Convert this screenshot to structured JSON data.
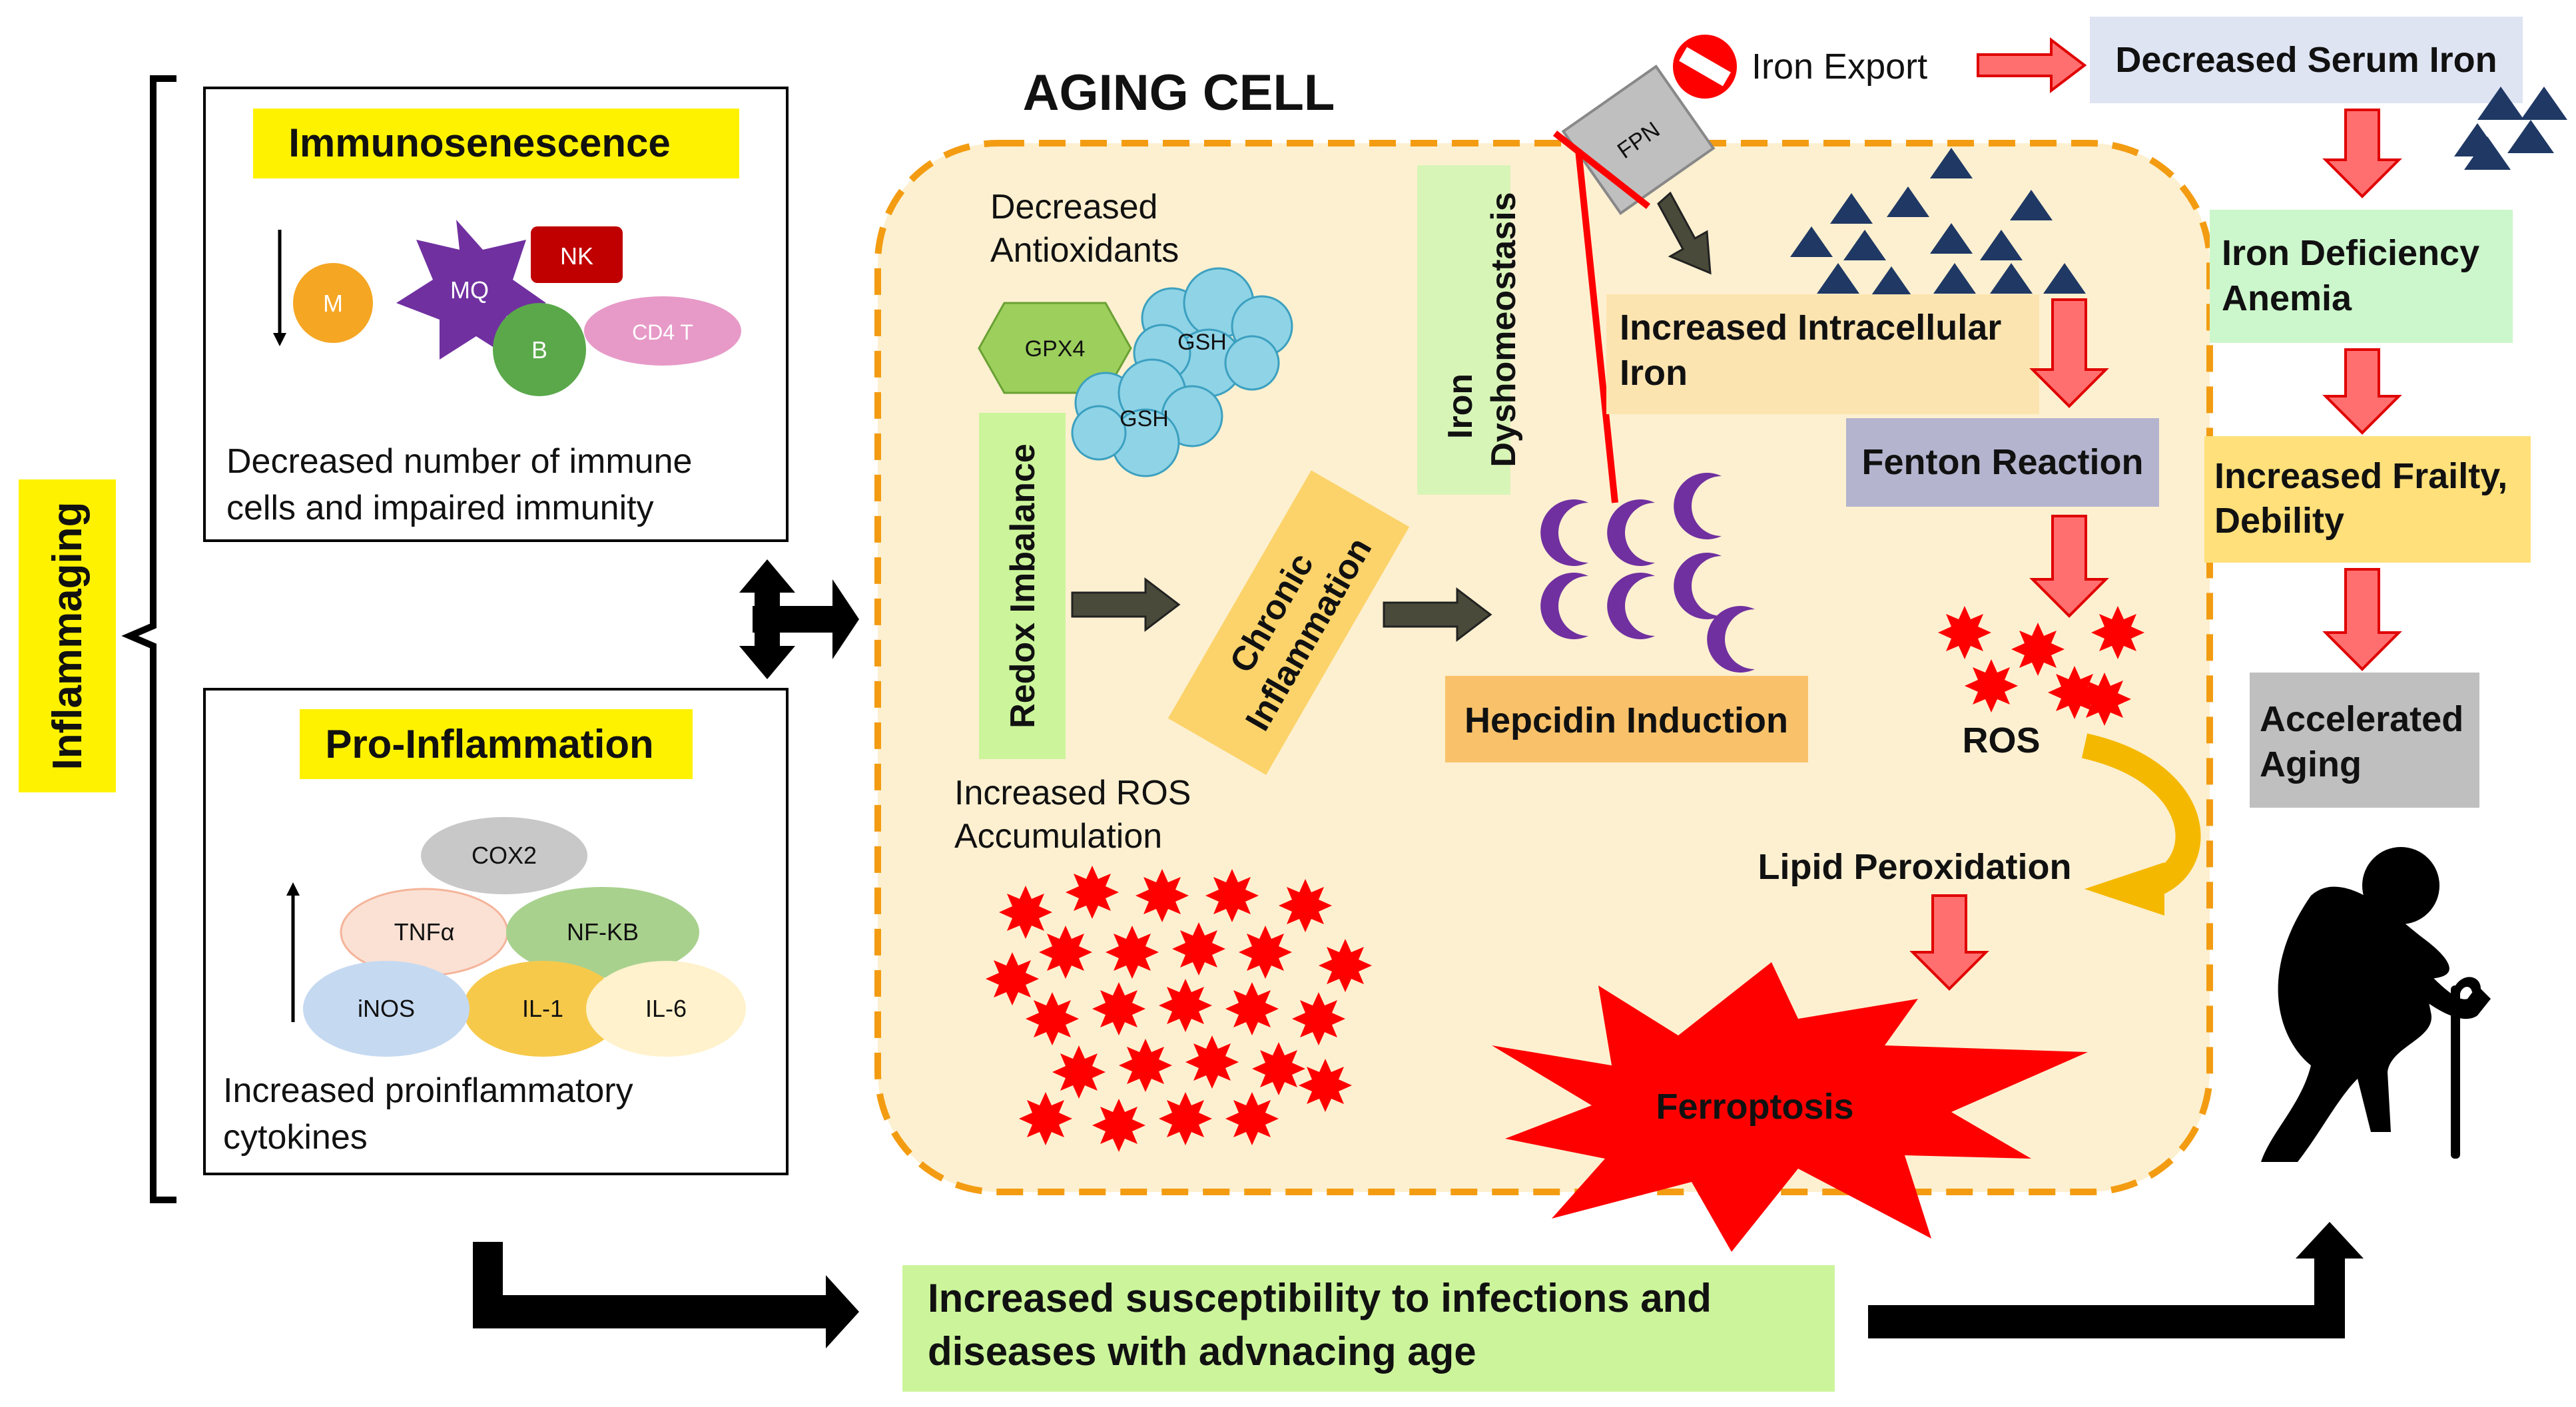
{
  "inflammaging": "Inflammaging",
  "immuno": {
    "title": "Immunosenescence",
    "cells": [
      "M",
      "MQ",
      "NK",
      "B",
      "CD4 T"
    ],
    "caption_1": "Decreased number of immune",
    "caption_2": "cells and impaired immunity"
  },
  "proinfl": {
    "title": "Pro-Inflammation",
    "cytokines": [
      "COX2",
      "TNFα",
      "NF-KB",
      "iNOS",
      "IL-1",
      "IL-6"
    ],
    "caption_1": "Increased proinflammatory",
    "caption_2": "cytokines"
  },
  "cell": {
    "title": "AGING CELL",
    "antioxidants_1": "Decreased",
    "antioxidants_2": "Antioxidants",
    "gpx4": "GPX4",
    "gsh": "GSH",
    "redox": "Redox Imbalance",
    "chronic_1": "Chronic",
    "chronic_2": "Inflammation",
    "ros_acc_1": "Increased ROS",
    "ros_acc_2": "Accumulation",
    "iron_dys_1": "Iron",
    "iron_dys_2": "Dyshomeostasis",
    "fpn": "FPN",
    "hepcidin": "Hepcidin Induction",
    "intra_1": "Increased Intracellular",
    "intra_2": "Iron",
    "fenton": "Fenton Reaction",
    "ros": "ROS",
    "lipid": "Lipid Peroxidation",
    "ferroptosis": "Ferroptosis"
  },
  "right": {
    "iron_export": "Iron Export",
    "serum": "Decreased Serum Iron",
    "anemia_1": "Iron Deficiency",
    "anemia_2": "Anemia",
    "frailty_1": "Increased Frailty,",
    "frailty_2": "Debility",
    "aging_1": "Accelerated",
    "aging_2": "Aging"
  },
  "bottom": {
    "line_1": "Increased susceptibility to infections and",
    "line_2": "diseases with advnacing age"
  },
  "colors": {
    "yellow_label": "#fff200",
    "cell_fill": "#fdf0d0",
    "cell_border": "#f39c12",
    "ros_red": "#ff0000",
    "navy": "#1f3864",
    "purple": "#7030a0",
    "green_box": "#ccf59b",
    "orange_box": "#f9c26a",
    "gray_box": "#bfbfbf",
    "lavender_box": "#b4b4cf"
  }
}
